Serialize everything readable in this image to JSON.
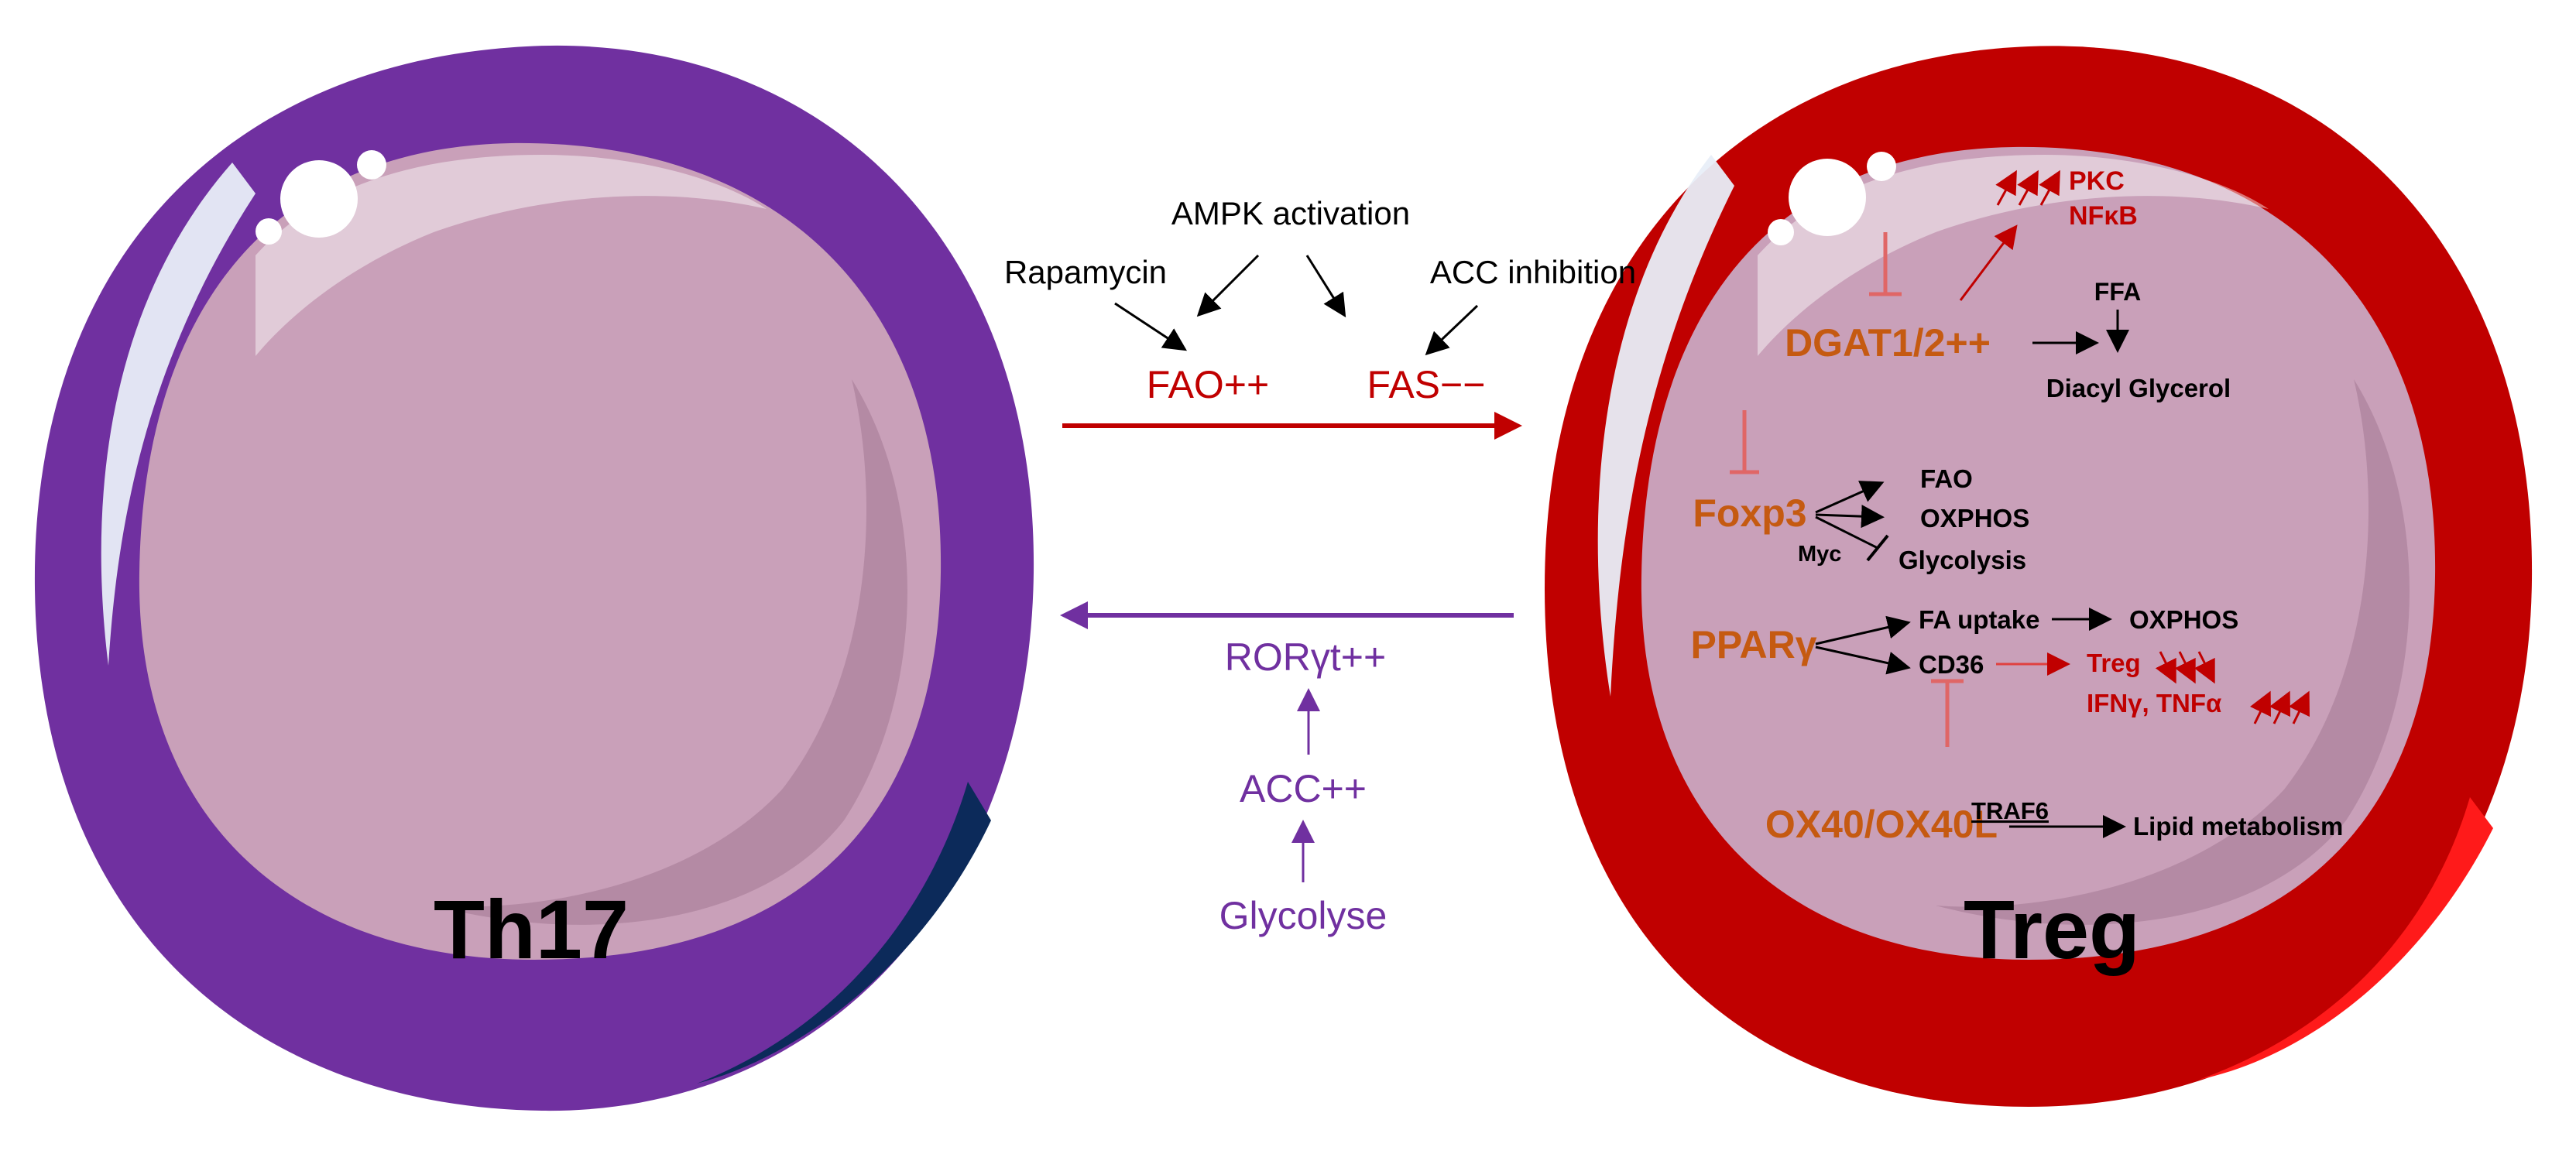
{
  "colors": {
    "th17_body": "#7030a0",
    "treg_body": "#c00000",
    "inner_fill": "#c9a0b9",
    "red_text": "#c00000",
    "orange_text": "#c55a11",
    "purple_text": "#7030a0",
    "black_text": "#000000",
    "inhibit_red": "#e06666"
  },
  "cells": {
    "th17_label": "Th17",
    "treg_label": "Treg"
  },
  "center": {
    "ampk": "AMPK activation",
    "rapamycin": "Rapamycin",
    "acc_inhibition": "ACC inhibition",
    "fao": "FAO++",
    "fas": "FAS−−",
    "roryt": "RORγt++",
    "acc": "ACC++",
    "glycolyse": "Glycolyse"
  },
  "treg": {
    "pkc": "PKC",
    "nfkb": "NFκB",
    "dgat": "DGAT1/2++",
    "ffa": "FFA",
    "diacyl": "Diacyl Glycerol",
    "foxp3": "Foxp3",
    "fao": "FAO",
    "oxphos1": "OXPHOS",
    "myc": "Myc",
    "glycolysis": "Glycolysis",
    "ppar": "PPARγ",
    "fa_uptake": "FA uptake",
    "oxphos2": "OXPHOS",
    "cd36": "CD36",
    "treg_small": "Treg",
    "ifn": "IFNγ, TNFα",
    "ox40": "OX40/OX40L",
    "traf6": "TRAF6",
    "lipid": "Lipid metabolism"
  }
}
